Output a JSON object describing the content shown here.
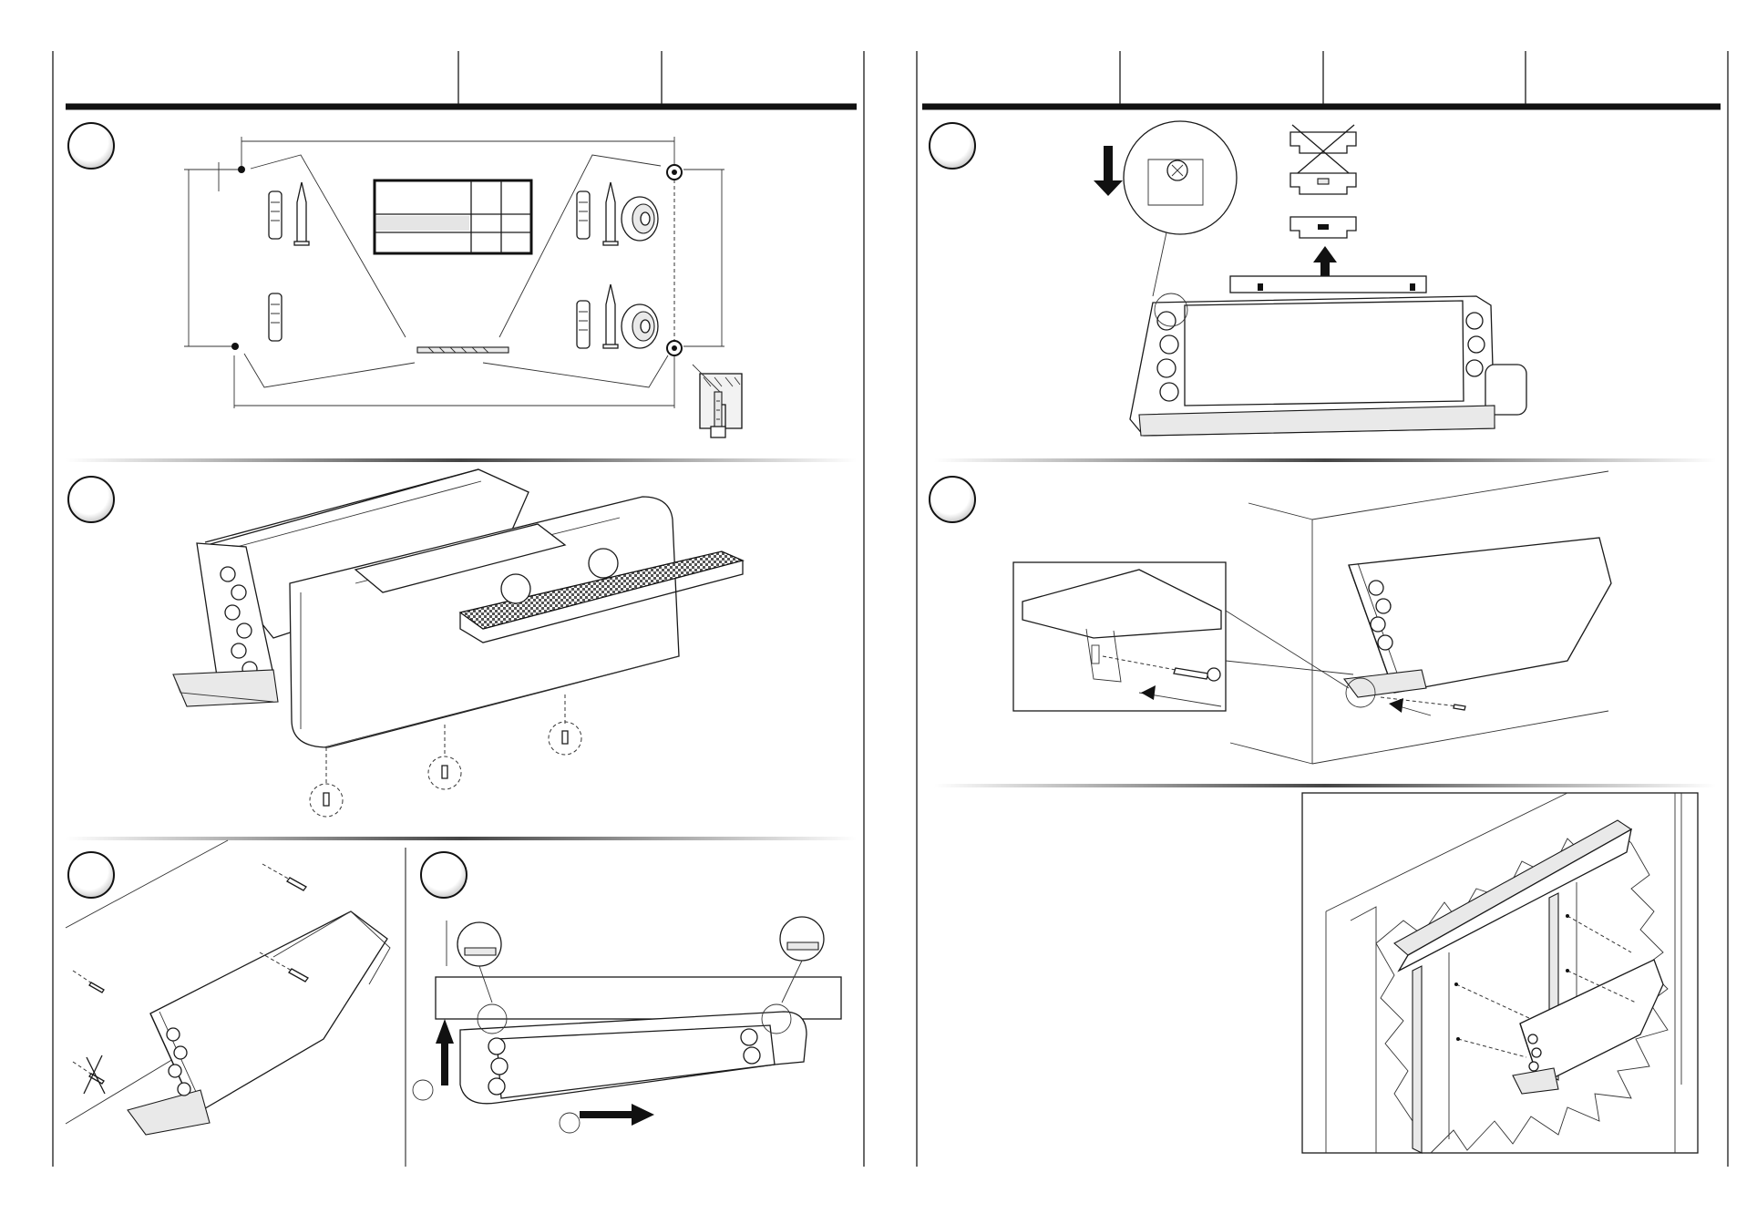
{
  "document": {
    "pages": [
      {
        "side": "left",
        "header_cells": 3,
        "steps": [
          {
            "id": "wall-template",
            "number_badge": ""
          },
          {
            "id": "cover-removal",
            "number_badge": ""
          },
          {
            "id": "bracket-screws",
            "number_badge": ""
          },
          {
            "id": "levelling-slide",
            "number_badge": ""
          }
        ]
      },
      {
        "side": "right",
        "header_cells": 4,
        "steps": [
          {
            "id": "spirit-level",
            "number_badge": ""
          },
          {
            "id": "side-screw",
            "number_badge": ""
          },
          {
            "id": "wall-mount-frame",
            "number_badge": ""
          }
        ]
      }
    ],
    "colors": {
      "ink": "#1a1a1a",
      "paper": "#ffffff",
      "grille": "#444444"
    },
    "icons": [
      "drill-bit-icon",
      "wall-plug-icon",
      "screw-icon",
      "grommet-icon",
      "arrow-up-icon",
      "arrow-down-icon",
      "arrow-right-icon",
      "cross-out-icon",
      "zoom-circle-icon"
    ]
  }
}
